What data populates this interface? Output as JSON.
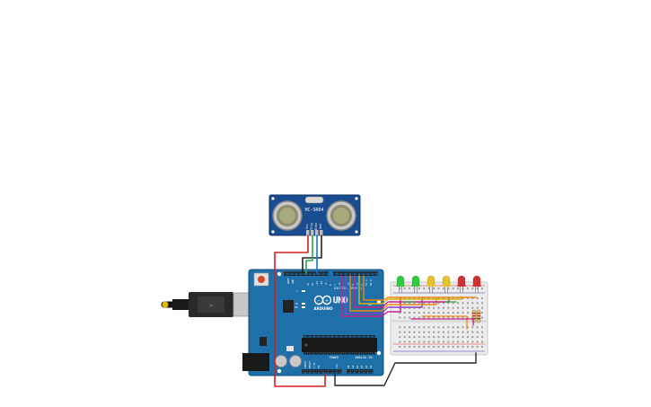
{
  "sensor": {
    "model": "HC-SR04",
    "pins": [
      "Vcc",
      "Trig",
      "Echo",
      "Gnd"
    ]
  },
  "arduino": {
    "brand": "ARDUINO",
    "model": "UNO",
    "digital_label": "DIGITAL (PWM ~)",
    "power_label": "POWER",
    "analog_label": "ANALOG IN",
    "tx_label": "TX",
    "rx_label": "RX",
    "l_label": "L",
    "on_label": "ON",
    "aref_label": "AREF",
    "gnd_label": "GND",
    "ioref_label": "IOREF",
    "reset_label": "RESET",
    "v33_label": "3.3V",
    "v5_label": "5V",
    "vin_label": "Vin",
    "analog_pins": [
      "A0",
      "A1",
      "A2",
      "A3",
      "A4",
      "A5"
    ],
    "digital_pins": [
      "13",
      "12",
      "~11",
      "~10",
      "~9",
      "8",
      "7",
      "~6",
      "~5",
      "4",
      "~3",
      "2",
      "TX 1",
      "RX 0"
    ]
  },
  "leds": {
    "colors": [
      "green",
      "green",
      "yellow",
      "yellow",
      "red",
      "red"
    ],
    "palette": {
      "green": "#2ecc40",
      "yellow": "#e8c22a",
      "red": "#d23030"
    }
  },
  "wires": {
    "colors": {
      "red": "#d81e1e",
      "black": "#222222",
      "green": "#2aa84a",
      "blue": "#1f6fd1",
      "orange": "#e88a10",
      "magenta": "#c8228a",
      "purple": "#8a3fc8",
      "yellow": "#d6b21a"
    }
  }
}
